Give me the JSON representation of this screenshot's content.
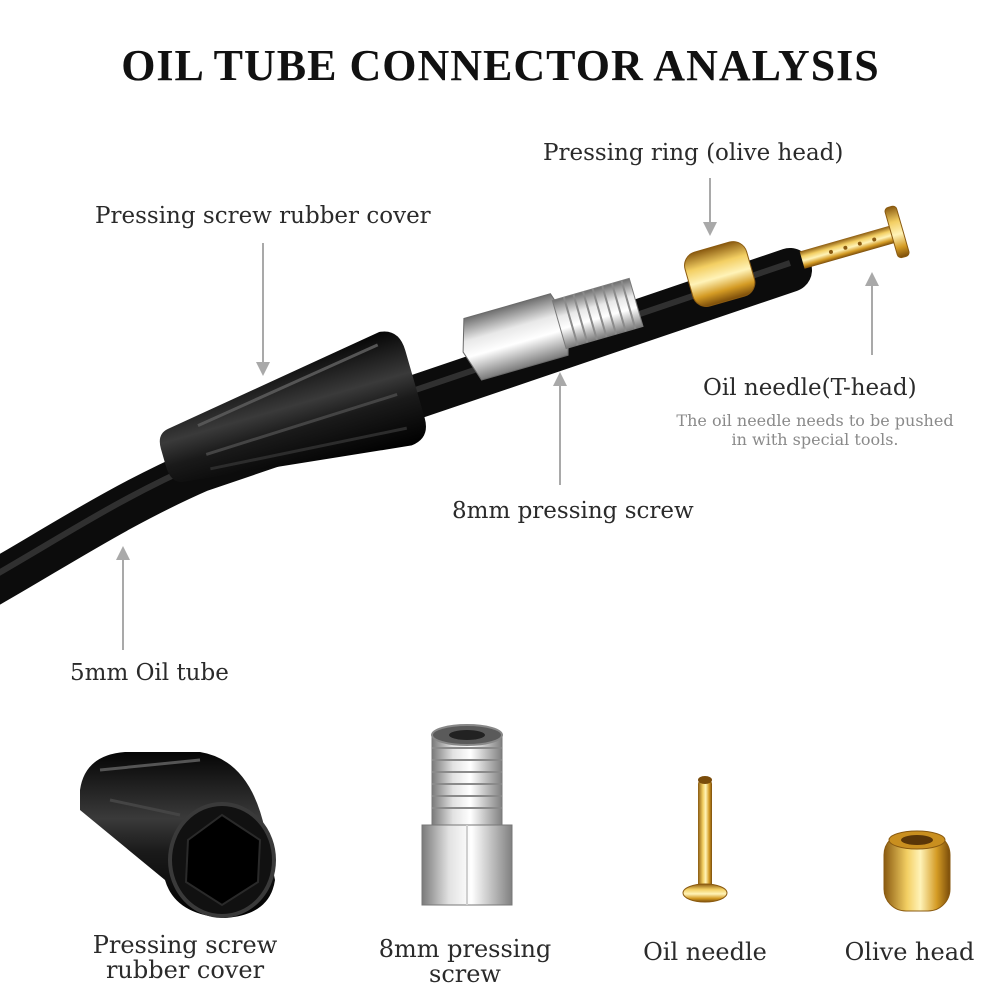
{
  "title": "OIL TUBE CONNECTOR ANALYSIS",
  "callouts": {
    "olive_ring": "Pressing ring (olive head)",
    "rubber_cover": "Pressing screw rubber cover",
    "oil_needle": "Oil needle(T-head)",
    "oil_needle_note_1": "The oil needle needs to be pushed",
    "oil_needle_note_2": "in with special tools.",
    "pressing_screw": "8mm pressing screw",
    "oil_tube": "5mm Oil tube"
  },
  "parts": {
    "rubber_cover_1": "Pressing screw",
    "rubber_cover_2": "rubber cover",
    "pressing_screw_1": "8mm pressing",
    "pressing_screw_2": "screw",
    "oil_needle": "Oil needle",
    "olive_head": "Olive head"
  },
  "colors": {
    "rubber": "#1c1c1c",
    "brass": "#d9a62e",
    "steel": "#b8b8b8",
    "arrow": "#a9a9a9"
  }
}
